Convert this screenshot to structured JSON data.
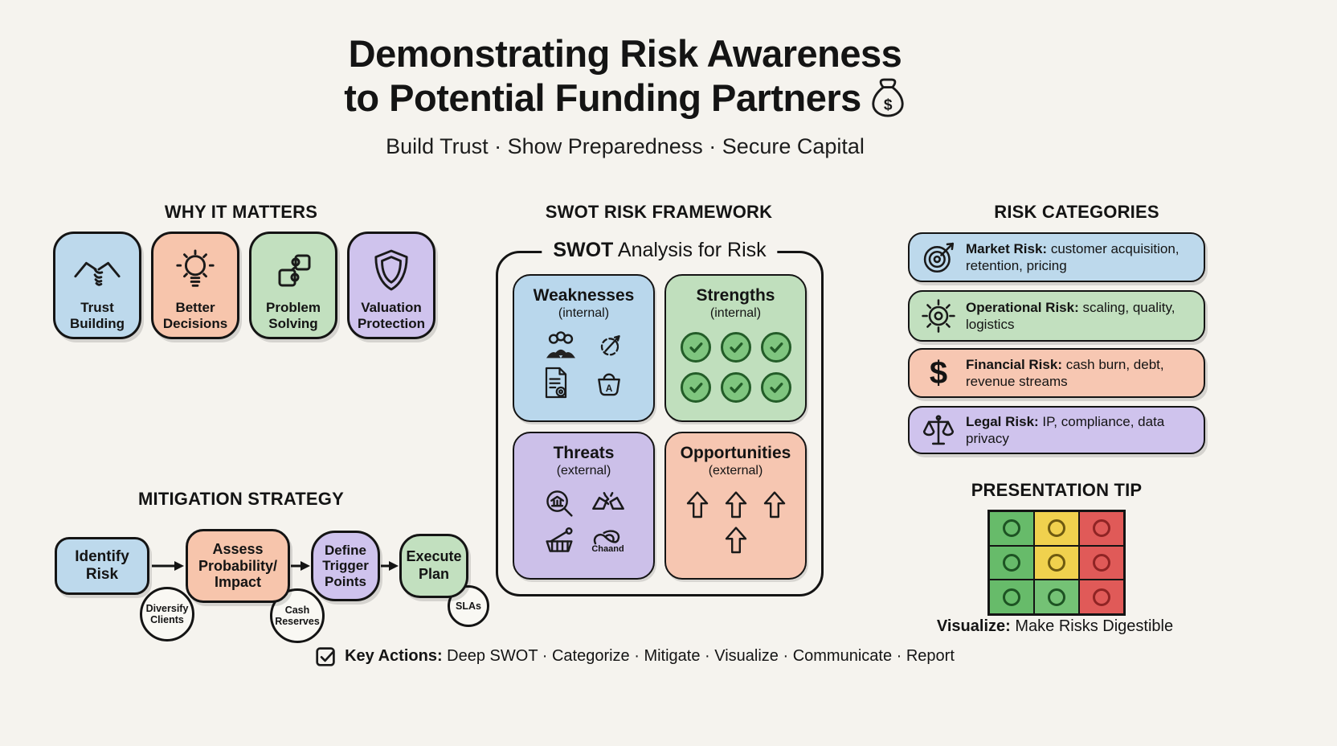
{
  "title": {
    "line1": "Demonstrating Risk Awareness",
    "line2": "to Potential Funding Partners",
    "subtitle": "Build Trust · Show Preparedness · Secure Capital"
  },
  "why_it_matters": {
    "heading": "WHY IT MATTERS",
    "cards": [
      {
        "lines": [
          "Trust",
          "Building"
        ],
        "icon": "handshake-icon",
        "color": "#bdd9ec"
      },
      {
        "lines": [
          "Better",
          "Decisions"
        ],
        "icon": "lightbulb-icon",
        "color": "#f7c5ac"
      },
      {
        "lines": [
          "Problem",
          "Solving"
        ],
        "icon": "puzzle-icon",
        "color": "#c2e0bf"
      },
      {
        "lines": [
          "Valuation",
          "Protection"
        ],
        "icon": "shield-icon",
        "color": "#cfc3ed"
      }
    ]
  },
  "swot": {
    "heading": "SWOT RISK FRAMEWORK",
    "box_title_bold": "SWOT",
    "box_title_rest": " Analysis for Risk",
    "quadrants": {
      "weaknesses": {
        "title": "Weaknesses",
        "subtitle": "(internal)",
        "color": "#b9d7ec"
      },
      "strengths": {
        "title": "Strengths",
        "subtitle": "(internal)",
        "color": "#c0dfbd",
        "check_count": 6
      },
      "threats": {
        "title": "Threats",
        "subtitle": "(external)",
        "color": "#ccc0e9",
        "icon_label": "Chaand"
      },
      "opportunities": {
        "title": "Opportunities",
        "subtitle": "(external)",
        "color": "#f6c6b1",
        "arrow_count": 4
      }
    }
  },
  "risk_categories": {
    "heading": "RISK CATEGORIES",
    "items": [
      {
        "name": "Market Risk:",
        "desc": " customer acquisition, retention, pricing",
        "color": "#bdd9ec",
        "icon": "target-icon"
      },
      {
        "name": "Operational Risk:",
        "desc": " scaling, quality, logistics",
        "color": "#c2e0bf",
        "icon": "gear-icon"
      },
      {
        "name": "Financial Risk:",
        "desc": " cash burn, debt, revenue streams",
        "color": "#f7c7b2",
        "icon": "dollar-icon"
      },
      {
        "name": "Legal Risk:",
        "desc": " IP, compliance, data privacy",
        "color": "#cfc3ed",
        "icon": "scales-icon"
      }
    ]
  },
  "mitigation": {
    "heading": "MITIGATION STRATEGY",
    "steps": [
      {
        "lines": [
          "Identify",
          "Risk"
        ],
        "color": "#bdd9ec"
      },
      {
        "lines": [
          "Assess",
          "Probability/",
          "Impact"
        ],
        "color": "#f7c5ac"
      },
      {
        "lines": [
          "Define",
          "Trigger",
          "Points"
        ],
        "color": "#cfc3ed"
      },
      {
        "lines": [
          "Execute",
          "Plan"
        ],
        "color": "#c2e0bf"
      }
    ],
    "notes": [
      {
        "lines": [
          "Diversify",
          "Clients"
        ]
      },
      {
        "lines": [
          "Cash",
          "Reserves"
        ]
      },
      {
        "lines": [
          "SLAs"
        ]
      }
    ]
  },
  "presentation_tip": {
    "heading": "PRESENTATION TIP",
    "matrix": [
      [
        "green",
        "yellow",
        "red"
      ],
      [
        "green",
        "yellow",
        "red"
      ],
      [
        "green",
        "green",
        "red"
      ]
    ],
    "matrix_hex": [
      [
        "#67bb6a",
        "#f0d14e",
        "#e05a58"
      ],
      [
        "#67bb6a",
        "#f0d14e",
        "#e05a58"
      ],
      [
        "#67bb6a",
        "#74c275",
        "#e05a58"
      ]
    ],
    "caption_bold": "Visualize:",
    "caption_rest": " Make Risks Digestible"
  },
  "key_actions": {
    "bold": "Key Actions:",
    "rest": " Deep SWOT · Categorize · Mitigate · Visualize · Communicate · Report"
  },
  "icons": {
    "dollar": "$",
    "bag_dollar": "$",
    "pot_letter": "A"
  }
}
